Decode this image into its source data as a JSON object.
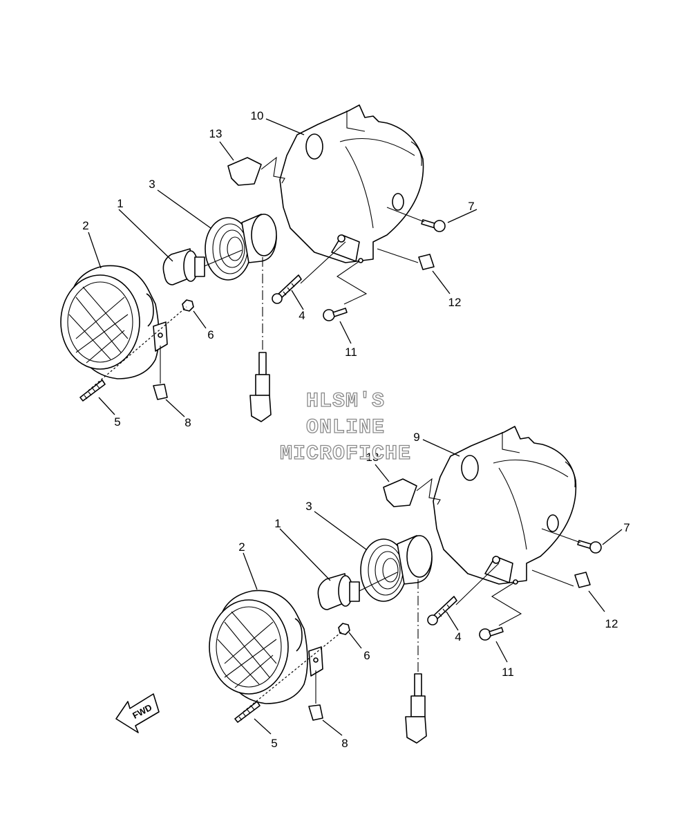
{
  "watermark": {
    "lines": [
      "HLSM'S",
      "ONLINE",
      "MICROFICHE"
    ]
  },
  "direction_marker": {
    "label": "FWD",
    "icon": "arrow-left-down-icon"
  },
  "assemblies": [
    {
      "callouts": {
        "p1": "1",
        "p2": "2",
        "p3": "3",
        "p4": "4",
        "p5": "5",
        "p6": "6",
        "p7": "7",
        "p8": "8",
        "p10": "10",
        "p11": "11",
        "p12": "12",
        "p13": "13"
      }
    },
    {
      "callouts": {
        "p1": "1",
        "p2": "2",
        "p3": "3",
        "p4": "4",
        "p5": "5",
        "p6": "6",
        "p7": "7",
        "p8": "8",
        "p9": "9",
        "p11": "11",
        "p12": "12",
        "p13": "13"
      }
    }
  ]
}
